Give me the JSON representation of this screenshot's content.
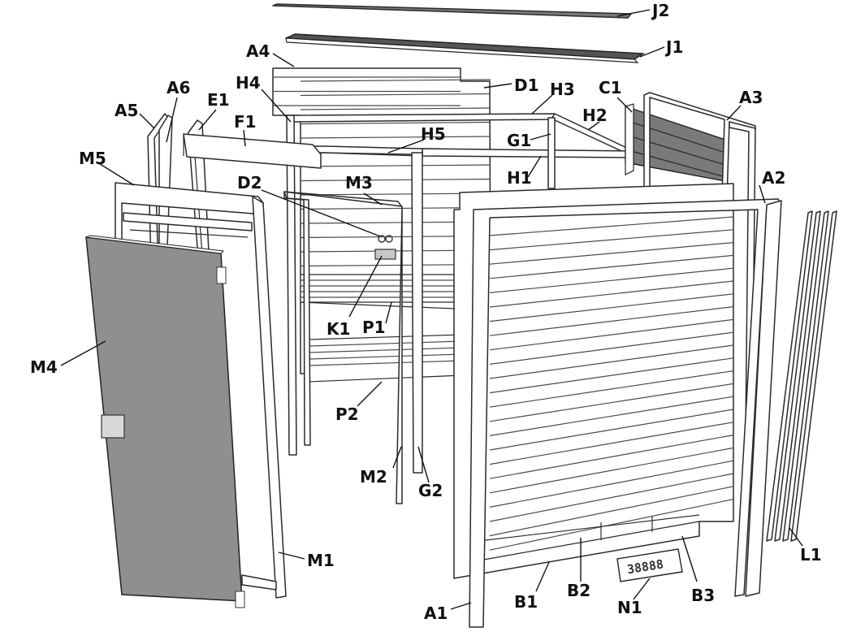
{
  "colors": {
    "outline": "#2a2a2a",
    "panel_fill": "#ffffff",
    "door_fill": "#8f8f8f",
    "roof_fill": "#606060",
    "side_panel_fill": "#7a7a7a",
    "slat_shadow": "#5a5a5a",
    "label": "#111111"
  },
  "display_text": {
    "n1_display": "38888"
  },
  "labels": {
    "J2": "J2",
    "J1": "J1",
    "A4": "A4",
    "D1": "D1",
    "H4": "H4",
    "H3": "H3",
    "A6": "A6",
    "C1": "C1",
    "A3": "A3",
    "E1": "E1",
    "A5": "A5",
    "F1": "F1",
    "H2": "H2",
    "H5": "H5",
    "G1": "G1",
    "M5": "M5",
    "H1": "H1",
    "D2": "D2",
    "M3": "M3",
    "A2": "A2",
    "K1": "K1",
    "P1": "P1",
    "M4": "M4",
    "P2": "P2",
    "M2": "M2",
    "G2": "G2",
    "M1": "M1",
    "L1": "L1",
    "B2": "B2",
    "B3": "B3",
    "B1": "B1",
    "N1": "N1",
    "A1": "A1"
  }
}
